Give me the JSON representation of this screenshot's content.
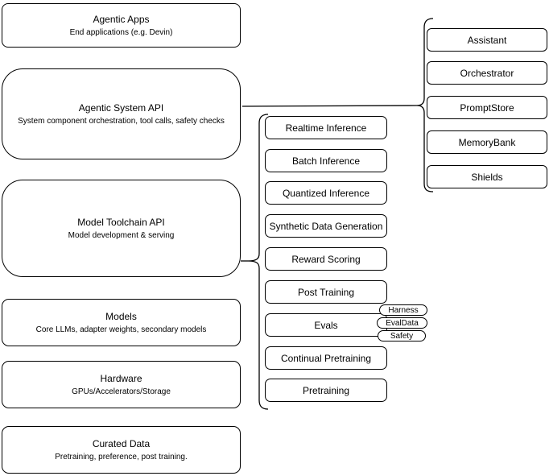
{
  "diagram": {
    "layers": [
      {
        "title": "Agentic Apps",
        "subtitle": "End applications (e.g. Devin)"
      },
      {
        "title": "Agentic System API",
        "subtitle": "System component orchestration, tool calls, safety checks"
      },
      {
        "title": "Model Toolchain API",
        "subtitle": "Model development & serving"
      },
      {
        "title": "Models",
        "subtitle": "Core LLMs, adapter weights, secondary models"
      },
      {
        "title": "Hardware",
        "subtitle": "GPUs/Accelerators/Storage"
      },
      {
        "title": "Curated Data",
        "subtitle": "Pretraining, preference, post training."
      }
    ],
    "toolchain_items": [
      "Realtime Inference",
      "Batch Inference",
      "Quantized Inference",
      "Synthetic Data Generation",
      "Reward Scoring",
      "Post Training",
      "Evals",
      "Continual Pretraining",
      "Pretraining"
    ],
    "eval_tags": [
      "Harness",
      "EvalData",
      "Safety"
    ],
    "system_components": [
      "Assistant",
      "Orchestrator",
      "PromptStore",
      "MemoryBank",
      "Shields"
    ],
    "colors": {
      "stroke": "#000000",
      "fill": "#ffffff",
      "text": "#000000"
    }
  }
}
